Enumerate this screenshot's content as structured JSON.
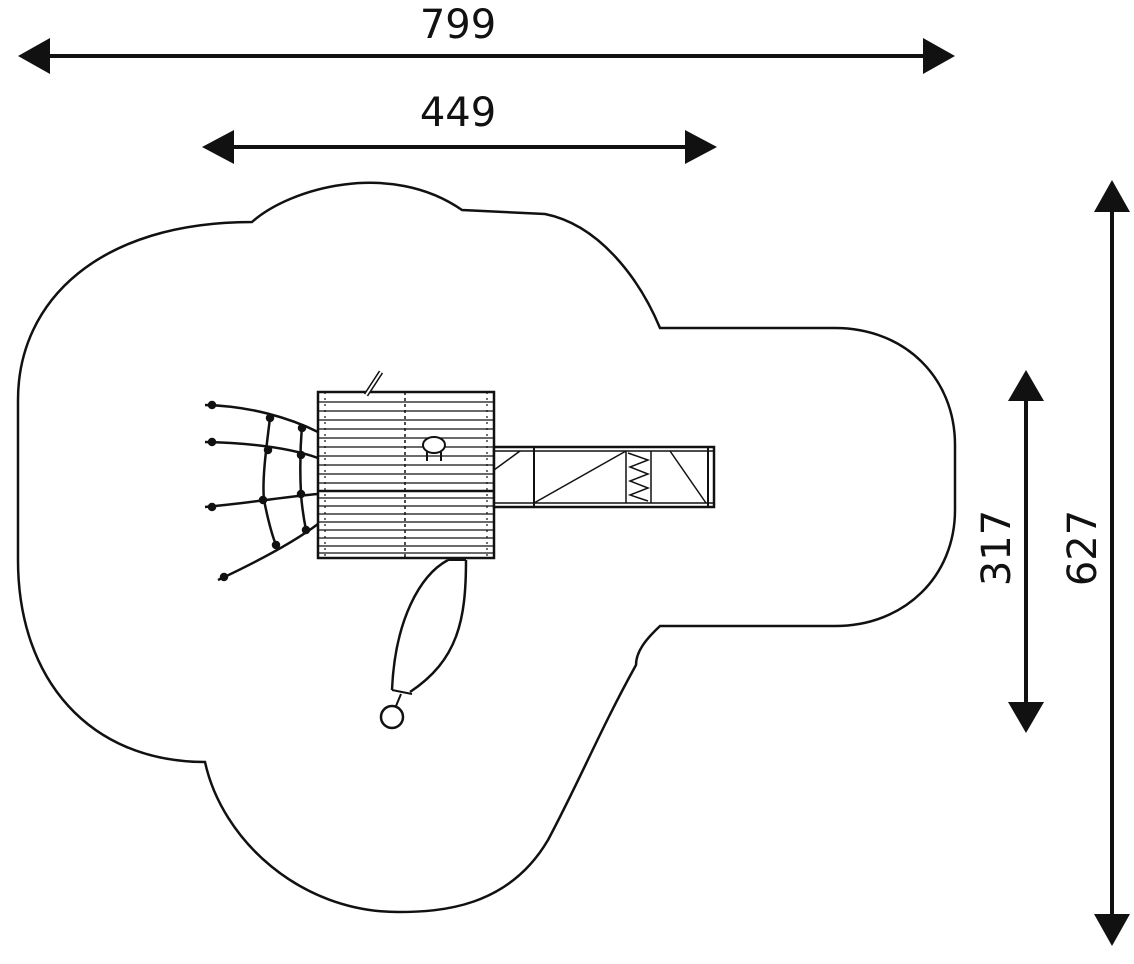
{
  "dimensions": {
    "overall_width": "799",
    "structure_width": "449",
    "structure_depth": "317",
    "overall_depth": "627"
  },
  "colors": {
    "line": "#111111",
    "background": "#ffffff"
  }
}
